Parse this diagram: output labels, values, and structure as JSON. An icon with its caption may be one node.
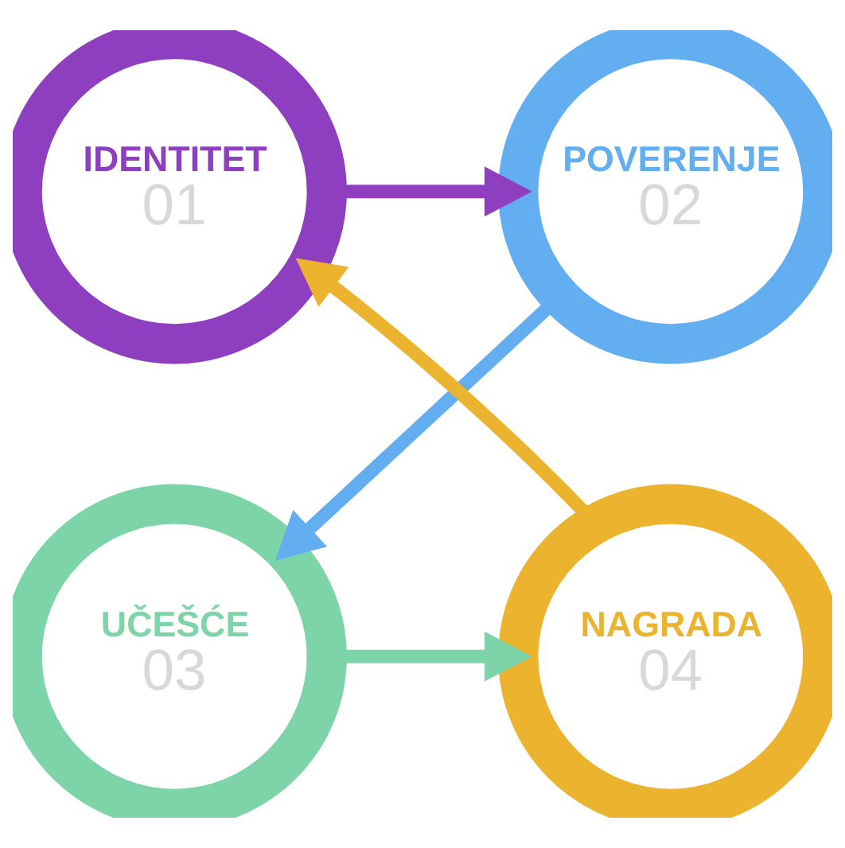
{
  "diagram": {
    "nodes": [
      {
        "text": [
          "IDENTITET",
          "01"
        ]
      },
      {
        "text": [
          "POVERENJE",
          "02"
        ]
      },
      {
        "text": [
          "UČEŠĆE",
          "03"
        ]
      },
      {
        "text": [
          "NAGRADA",
          "04"
        ]
      }
    ],
    "edges": [
      {
        "from": 0,
        "to": 1,
        "arrow": "to",
        "color": "#8e3fc0"
      },
      {
        "from": 1,
        "to": 2,
        "arrow": "to",
        "color": "#62aef0"
      },
      {
        "from": 2,
        "to": 3,
        "arrow": "to",
        "color": "#7dd4a8"
      },
      {
        "from": 3,
        "to": 0,
        "arrow": "to",
        "color": "#ecb42e"
      }
    ]
  }
}
